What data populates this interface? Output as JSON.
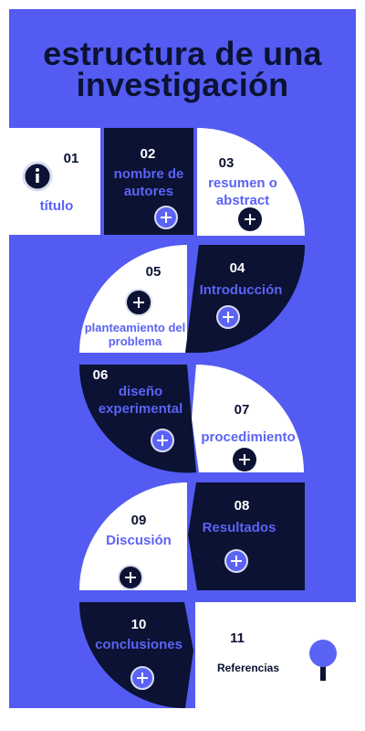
{
  "title_line1": "estructura de una",
  "title_line2": "investigación",
  "colors": {
    "blue": "#535bf2",
    "navy": "#0b1233",
    "white": "#ffffff",
    "accent": "#5b63f5"
  },
  "steps": [
    {
      "num": "01",
      "label": "título",
      "icon": "info-icon"
    },
    {
      "num": "02",
      "label": "nombre de autores",
      "icon": "plus-icon"
    },
    {
      "num": "03",
      "label": "resumen o abstract",
      "icon": "plus-icon"
    },
    {
      "num": "04",
      "label": "Introducción",
      "icon": "plus-icon"
    },
    {
      "num": "05",
      "label": "planteamiento del problema",
      "icon": "plus-icon"
    },
    {
      "num": "06",
      "label": "diseño experimental",
      "icon": "plus-icon"
    },
    {
      "num": "07",
      "label": "procedimiento",
      "icon": "plus-icon"
    },
    {
      "num": "08",
      "label": "Resultados",
      "icon": "plus-icon"
    },
    {
      "num": "09",
      "label": "Discusión",
      "icon": "plus-icon"
    },
    {
      "num": "10",
      "label": "conclusiones",
      "icon": "plus-icon"
    },
    {
      "num": "11",
      "label": "Referencias",
      "icon": "pin-icon"
    }
  ]
}
